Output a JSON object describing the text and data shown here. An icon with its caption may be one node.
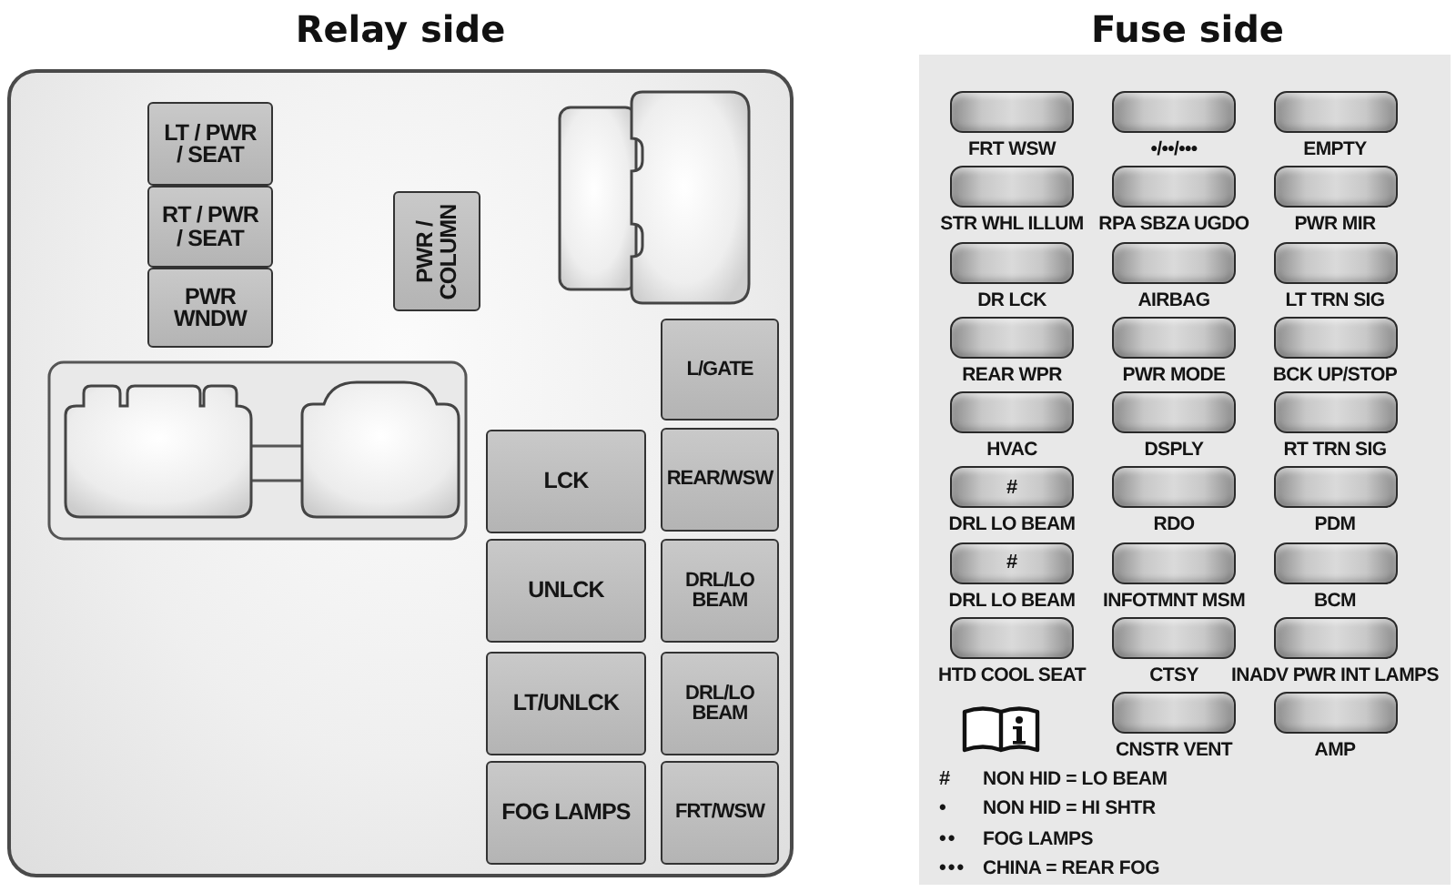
{
  "diagram": {
    "nodes": [
      {
        "text": [
          "Relay side"
        ]
      },
      {
        "text": [
          "LT / PWR / SEAT"
        ],
        "in": 0
      },
      {
        "text": [
          "RT / PWR / SEAT"
        ],
        "in": 0
      },
      {
        "text": [
          "PWR WNDW"
        ],
        "in": 0
      },
      {
        "text": [
          "PWR / COLUMN"
        ],
        "in": 0
      },
      {
        "text": [
          "L/GATE"
        ],
        "in": 0
      },
      {
        "text": [
          "LCK"
        ],
        "in": 0
      },
      {
        "text": [
          "REAR/WSW"
        ],
        "in": 0
      },
      {
        "text": [
          "UNLCK"
        ],
        "in": 0
      },
      {
        "text": [
          "DRL/LO BEAM"
        ],
        "in": 0
      },
      {
        "text": [
          "LT/UNLCK"
        ],
        "in": 0
      },
      {
        "text": [
          "DRL/LO BEAM"
        ],
        "in": 0
      },
      {
        "text": [
          "FOG LAMPS"
        ],
        "in": 0
      },
      {
        "text": [
          "FRT/WSW"
        ],
        "in": 0
      },
      {
        "text": [
          "Fuse side"
        ]
      },
      {
        "text": [
          "FRT WSW"
        ],
        "in": 14
      },
      {
        "text": [
          "•/••/•••"
        ],
        "in": 14
      },
      {
        "text": [
          "EMPTY"
        ],
        "in": 14
      },
      {
        "text": [
          "STR WHL ILLUM"
        ],
        "in": 14
      },
      {
        "text": [
          "RPA SBZA UGDO"
        ],
        "in": 14
      },
      {
        "text": [
          "PWR MIR"
        ],
        "in": 14
      },
      {
        "text": [
          "DR LCK"
        ],
        "in": 14
      },
      {
        "text": [
          "AIRBAG"
        ],
        "in": 14
      },
      {
        "text": [
          "LT TRN SIG"
        ],
        "in": 14
      },
      {
        "text": [
          "REAR WPR"
        ],
        "in": 14
      },
      {
        "text": [
          "PWR MODE"
        ],
        "in": 14
      },
      {
        "text": [
          "BCK UP/STOP"
        ],
        "in": 14
      },
      {
        "text": [
          "HVAC"
        ],
        "in": 14
      },
      {
        "text": [
          "DSPLY"
        ],
        "in": 14
      },
      {
        "text": [
          "RT TRN SIG"
        ],
        "in": 14
      },
      {
        "text": [
          "#",
          "DRL LO BEAM"
        ],
        "in": 14
      },
      {
        "text": [
          "RDO"
        ],
        "in": 14
      },
      {
        "text": [
          "PDM"
        ],
        "in": 14
      },
      {
        "text": [
          "#",
          "DRL LO BEAM"
        ],
        "in": 14
      },
      {
        "text": [
          "INFOTMNT MSM"
        ],
        "in": 14
      },
      {
        "text": [
          "BCM"
        ],
        "in": 14
      },
      {
        "text": [
          "HTD COOL SEAT"
        ],
        "in": 14
      },
      {
        "text": [
          "CTSY"
        ],
        "in": 14
      },
      {
        "text": [
          "INADV PWR INT LAMPS"
        ],
        "in": 14
      },
      {
        "text": [
          "CNSTR VENT"
        ],
        "in": 14
      },
      {
        "text": [
          "AMP"
        ],
        "in": 14
      }
    ],
    "labels": [
      "#",
      "NON HID = LO BEAM",
      "•",
      "NON HID = HI SHTR",
      "••",
      "FOG LAMPS",
      "•••",
      "CHINA = REAR FOG"
    ]
  }
}
